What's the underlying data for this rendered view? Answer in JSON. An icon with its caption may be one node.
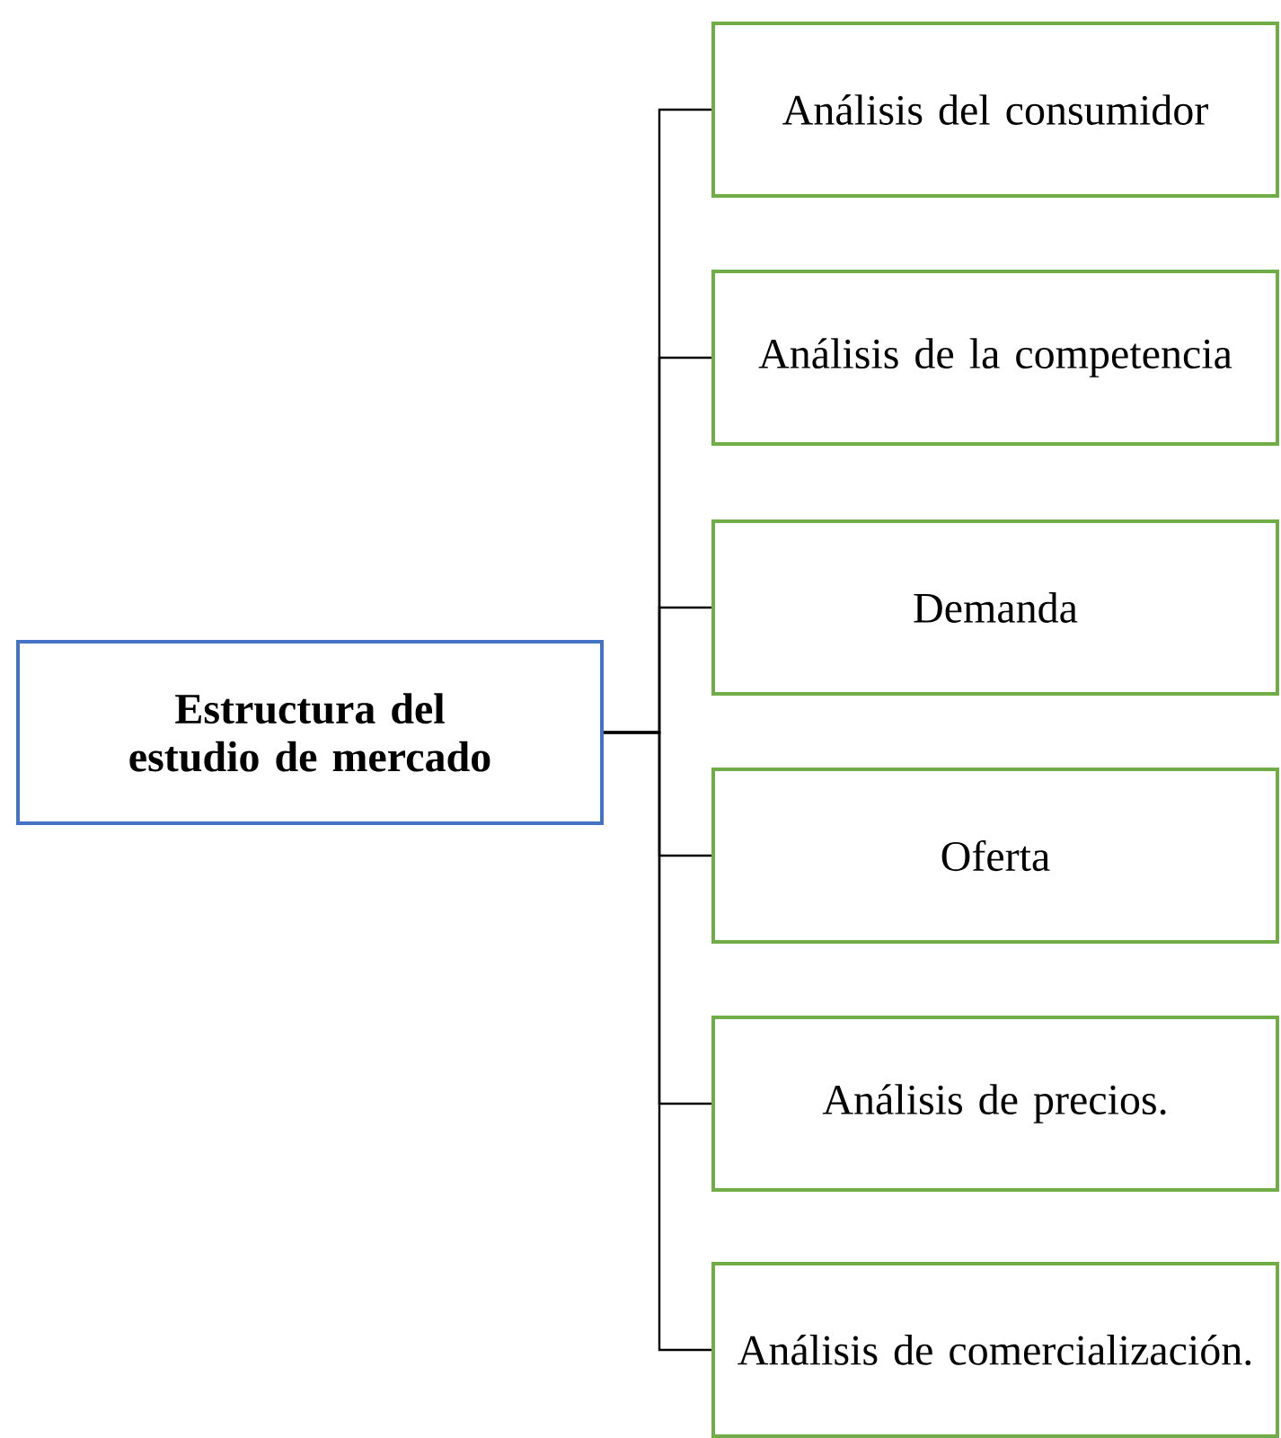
{
  "diagram": {
    "nodes": [
      {
        "text": [
          "Estructura del estudio de mercado"
        ]
      },
      {
        "text": [
          "Análisis del consumidor"
        ]
      },
      {
        "text": [
          "Análisis de la competencia"
        ]
      },
      {
        "text": [
          "Demanda"
        ]
      },
      {
        "text": [
          "Oferta"
        ]
      },
      {
        "text": [
          "Análisis de precios."
        ]
      },
      {
        "text": [
          "Análisis de comercialización."
        ]
      }
    ],
    "edges": [
      {
        "from": 0,
        "to": 1,
        "arrow": "none"
      },
      {
        "from": 0,
        "to": 2,
        "arrow": "none"
      },
      {
        "from": 0,
        "to": 3,
        "arrow": "none"
      },
      {
        "from": 0,
        "to": 4,
        "arrow": "none"
      },
      {
        "from": 0,
        "to": 5,
        "arrow": "none"
      },
      {
        "from": 0,
        "to": 6,
        "arrow": "none"
      }
    ]
  }
}
